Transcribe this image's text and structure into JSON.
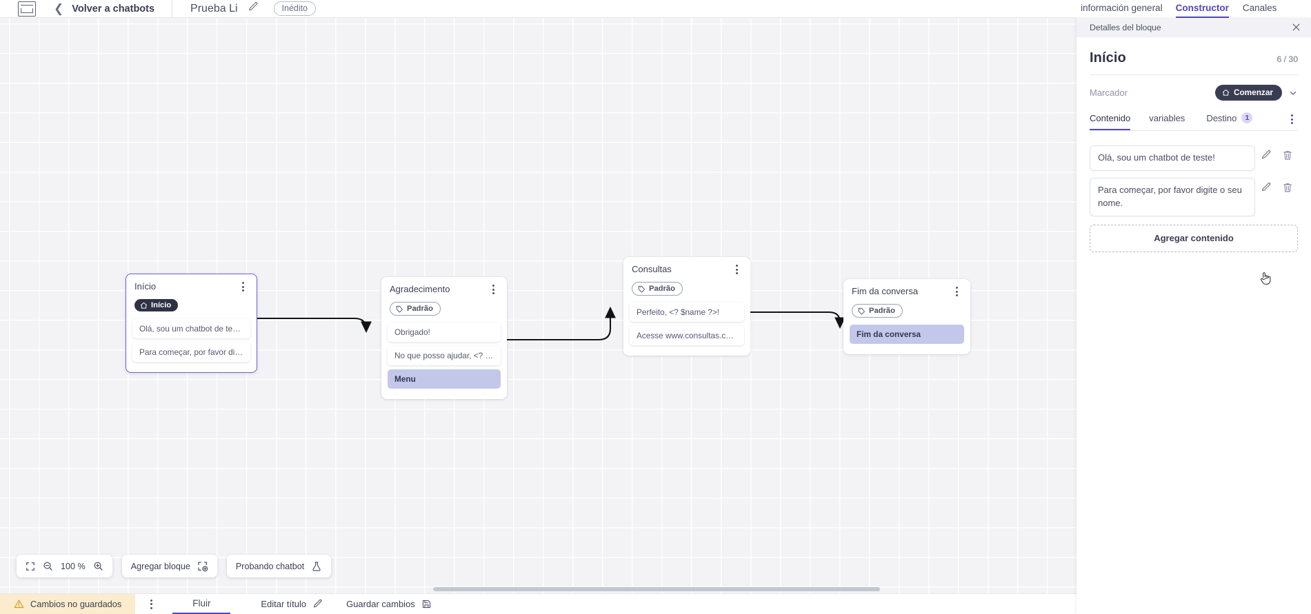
{
  "header": {
    "logo_icon": "app-logo-icon",
    "back_chevron_icon": "chevron-left-icon",
    "back_label": "Volver a chatbots",
    "doc_title": "Prueba Li",
    "edit_title_icon": "pencil-icon",
    "status_badge": "Inédito",
    "tabs": [
      {
        "label": "información general",
        "active": false
      },
      {
        "label": "Constructor",
        "active": true
      },
      {
        "label": "Canales",
        "active": false
      }
    ]
  },
  "canvas": {
    "nodes": [
      {
        "id": "inicio",
        "title": "Início",
        "tag": {
          "label": "Início",
          "type": "start",
          "icon": "home-icon"
        },
        "kebab_icon": "kebab-menu-icon",
        "messages": [
          {
            "text": "Olá, sou um chatbot de teste!",
            "highlight": false
          },
          {
            "text": "Para começar, por favor digite o ...",
            "highlight": false
          }
        ],
        "selected": true
      },
      {
        "id": "agradecimento",
        "title": "Agradecimento",
        "tag": {
          "label": "Padrão",
          "type": "default",
          "icon": "tag-icon"
        },
        "kebab_icon": "kebab-menu-icon",
        "messages": [
          {
            "text": "Obrigado!",
            "highlight": false
          },
          {
            "text": "No que posso ajudar, <? $name ...",
            "highlight": false
          },
          {
            "text": "Menu",
            "highlight": true
          }
        ],
        "selected": false
      },
      {
        "id": "consultas",
        "title": "Consultas",
        "tag": {
          "label": "Padrão",
          "type": "default",
          "icon": "tag-icon"
        },
        "kebab_icon": "kebab-menu-icon",
        "messages": [
          {
            "text": "Perfeito, <? $name ?>!",
            "highlight": false
          },
          {
            "text": "Acesse www.consultas.com par...",
            "highlight": false
          }
        ],
        "selected": false
      },
      {
        "id": "fim",
        "title": "Fim da conversa",
        "tag": {
          "label": "Padrão",
          "type": "default",
          "icon": "tag-icon"
        },
        "kebab_icon": "kebab-menu-icon",
        "messages": [
          {
            "text": "Fim da conversa",
            "highlight": true
          }
        ],
        "selected": false
      }
    ],
    "toolbar": {
      "fit_icon": "fit-to-screen-icon",
      "zoom_out_icon": "zoom-out-icon",
      "zoom_level": "100 %",
      "zoom_in_icon": "zoom-in-icon",
      "add_block_label": "Agregar bloque",
      "add_block_icon": "add-block-icon",
      "test_chatbot_label": "Probando chatbot",
      "test_chatbot_icon": "flask-icon"
    },
    "scrollbar_icon": "horizontal-scrollbar"
  },
  "bottombar": {
    "unsaved_label": "Cambios no guardados",
    "warning_icon": "warning-triangle-icon",
    "kebab_icon": "kebab-menu-icon",
    "flow_tab": "Fluir",
    "edit_title_label": "Editar título",
    "edit_title_icon": "pencil-icon",
    "save_label": "Guardar cambios",
    "save_icon": "save-disk-icon"
  },
  "panel": {
    "head_label": "Detalles del bloque",
    "close_icon": "close-icon",
    "title": "Início",
    "counter": "6 / 30",
    "marker_label": "Marcador",
    "marker_value": "Comenzar",
    "marker_icon": "home-icon",
    "marker_chevron_icon": "chevron-down-icon",
    "tabs": [
      {
        "label": "Contenido",
        "active": true,
        "badge": null
      },
      {
        "label": "variables",
        "active": false,
        "badge": null
      },
      {
        "label": "Destino",
        "active": false,
        "badge": "1"
      }
    ],
    "tabs_kebab_icon": "kebab-menu-icon",
    "contents": [
      {
        "text": "Olá, sou um chatbot de teste!",
        "edit_icon": "pencil-icon",
        "delete_icon": "trash-icon"
      },
      {
        "text": "Para começar, por favor digite o seu nome.",
        "edit_icon": "pencil-icon",
        "delete_icon": "trash-icon"
      }
    ],
    "add_content_label": "Agregar contenido"
  },
  "colors": {
    "accent": "#4f46c4",
    "node_selected_border": "#6c63d2",
    "highlight_msg_bg": "#c3c8ea",
    "warning_bg": "#fbeccd",
    "dark_pill": "#3a3d52",
    "canvas_bg": "#f3f3f5"
  },
  "cursor": {
    "icon": "pointer-hand-cursor"
  }
}
